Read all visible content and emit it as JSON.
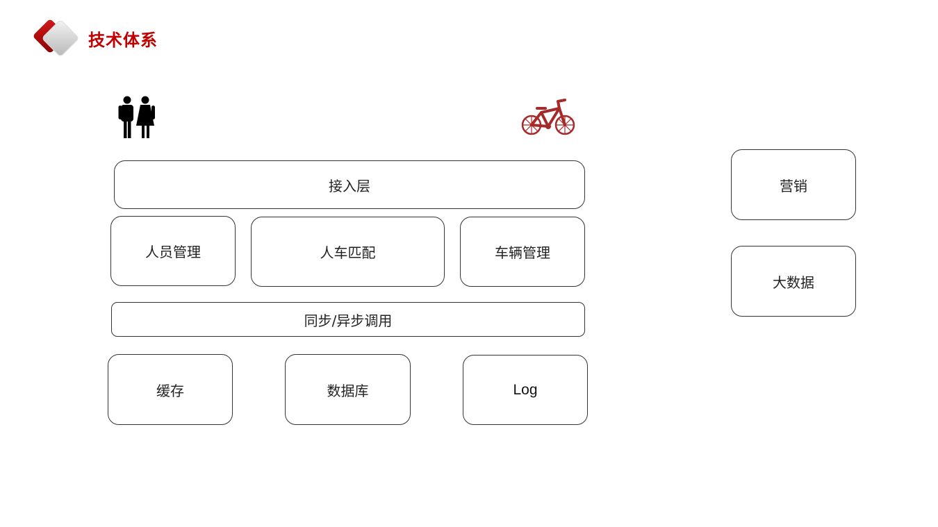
{
  "slide": {
    "title": "技术体系"
  },
  "icons": {
    "people": "people-icon",
    "bike": "bicycle-icon",
    "logo": "diamond-logo-icon"
  },
  "colors": {
    "accent": "#c00000",
    "bike": "#a52a2a",
    "border": "#333333"
  },
  "diagram": {
    "access_layer": "接入层",
    "services": [
      "人员管理",
      "人车匹配",
      "车辆管理"
    ],
    "call_layer": "同步/异步调用",
    "storage": [
      "缓存",
      "数据库",
      "Log"
    ],
    "side": [
      "营销",
      "大数据"
    ]
  }
}
